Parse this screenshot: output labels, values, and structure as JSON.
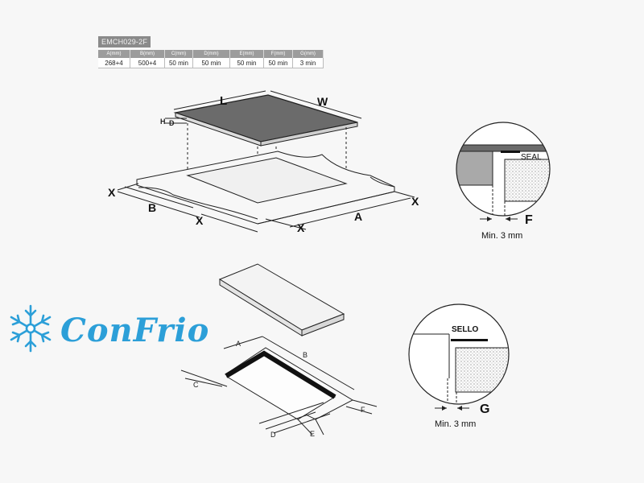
{
  "spec_table": {
    "model": "EMCH029-2F",
    "headers": [
      "A(mm)",
      "B(mm)",
      "C(mm)",
      "D(mm)",
      "E(mm)",
      "F(mm)",
      "G(mm)"
    ],
    "values": [
      "268+4",
      "500+4",
      "50 min",
      "50 min",
      "50 min",
      "50 min",
      "3 min"
    ]
  },
  "top_diagram": {
    "labels": {
      "L": "L",
      "W": "W",
      "H": "H",
      "D": "D",
      "A": "A",
      "B": "B",
      "X_left": "X",
      "X_front_left": "X",
      "X_front_mid": "X",
      "X_right": "X"
    }
  },
  "bottom_diagram": {
    "labels": {
      "A": "A",
      "B": "B",
      "C": "C",
      "D": "D",
      "E": "E",
      "F": "F"
    }
  },
  "detail_seal": {
    "seal_label": "SEAL",
    "dimension_letter": "F",
    "min_note": "Min. 3 mm"
  },
  "detail_sello": {
    "seal_label": "SELLO",
    "dimension_letter": "G",
    "min_note": "Min. 3 mm"
  },
  "brand": {
    "name": "ConFrio",
    "logo_color": "#2c9fd8"
  },
  "colors": {
    "line": "#222222",
    "hob_glass": "#6b6b6b",
    "counter_gray": "#a9a9a9",
    "cutout_stroke": "#111111"
  }
}
